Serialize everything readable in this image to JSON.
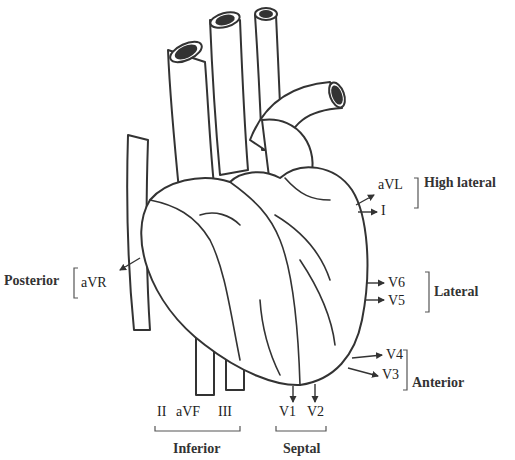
{
  "diagram": {
    "labels": [
      "aVL",
      "I",
      "High lateral",
      "V6",
      "V5",
      "Lateral",
      "V4",
      "V3",
      "Anterior",
      "Posterior",
      "aVR",
      "II",
      "aVF",
      "III",
      "Inferior",
      "V1",
      "V2",
      "Septal"
    ]
  }
}
